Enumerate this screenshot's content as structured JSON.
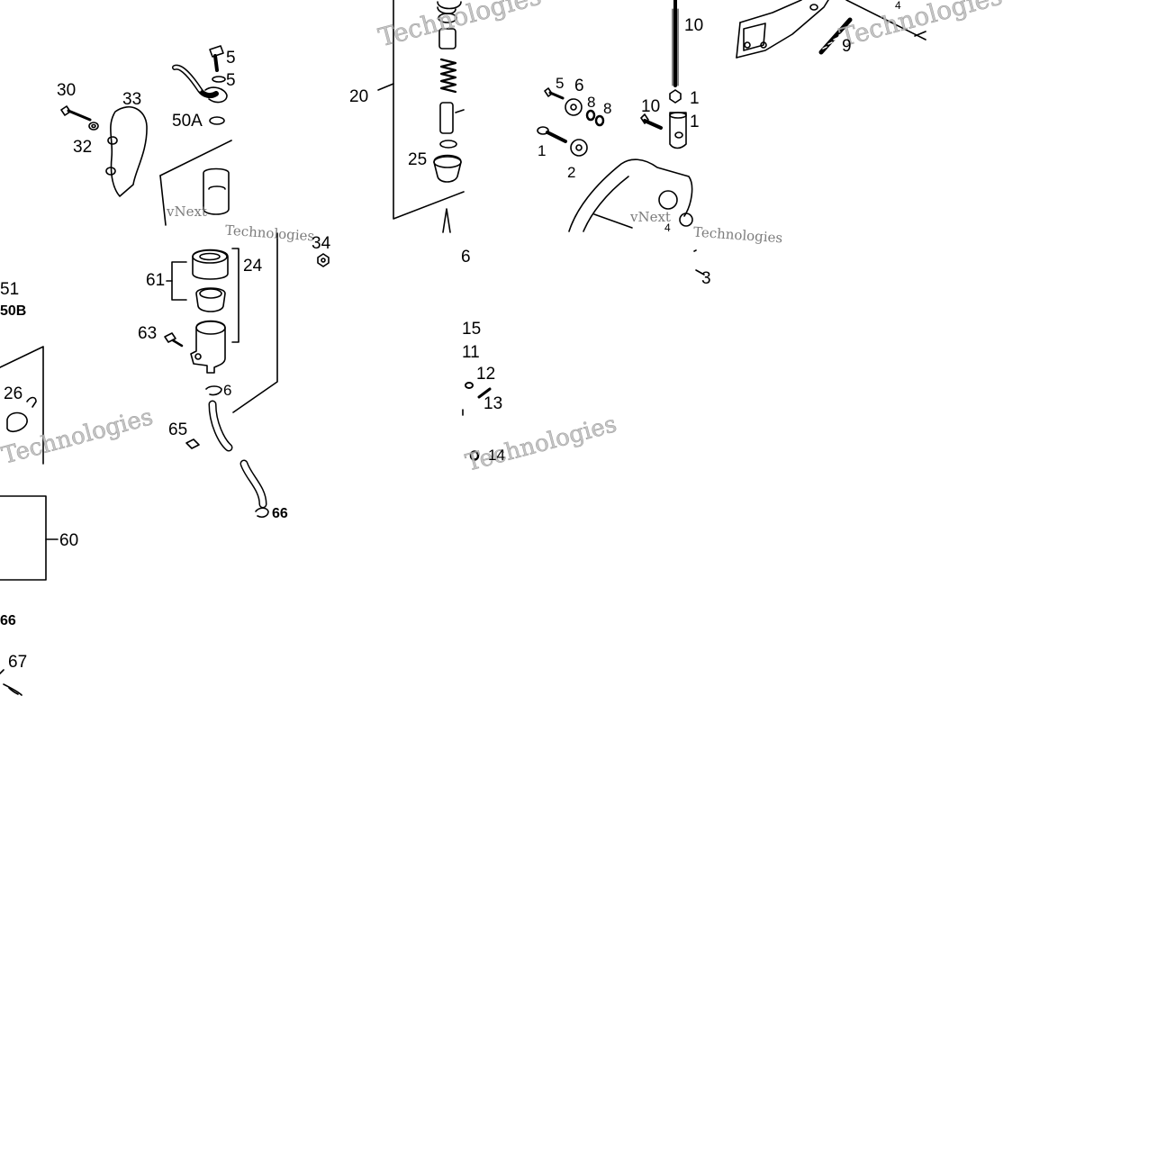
{
  "diagram": {
    "watermark_brand": "vNext",
    "watermark_text": "Technologies",
    "watermark_full": "vNext Technologies",
    "callouts": {
      "c1": "1",
      "c2": "2",
      "c3": "3",
      "c5": "5",
      "c6": "6",
      "c6b": "6",
      "c6c": "6",
      "c8a": "8",
      "c8b": "8",
      "c9": "9",
      "c10": "10",
      "c10b": "10",
      "c11": "11",
      "c12": "12",
      "c13": "13",
      "c14": "14",
      "c15": "15",
      "c20": "20",
      "c24": "24",
      "c25": "25",
      "c26": "26",
      "c30": "30",
      "c32": "32",
      "c33": "33",
      "c34": "34",
      "c50a": "50A",
      "c50b": "50B",
      "c51": "51",
      "c5a": "5",
      "c5b": "5",
      "c60": "60",
      "c61": "61",
      "c63": "63",
      "c65": "65",
      "c66": "66",
      "c66b": "66",
      "c67": "67",
      "c1b": "1",
      "c1c": "1",
      "c4": "4",
      "c4b": "4"
    }
  }
}
